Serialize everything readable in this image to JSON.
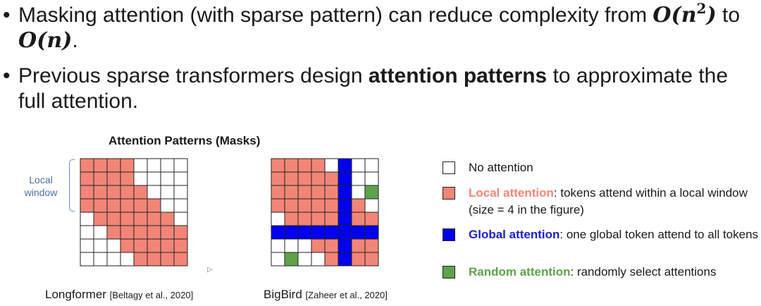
{
  "bullets": [
    {
      "dot": "•",
      "text_before": "Masking attention (with sparse pattern) can reduce complexity from ",
      "math_from_base": "O(n",
      "math_from_sup": "2",
      "math_from_close": ")",
      "text_middle": " to ",
      "math_to": "O(n)",
      "text_after": "."
    },
    {
      "dot": "•",
      "text_before": "Previous sparse transformers design ",
      "bold": "attention patterns",
      "text_after": " to approximate the full attention."
    }
  ],
  "figure": {
    "title": "Attention Patterns (Masks)",
    "local_window_label_line1": "Local",
    "local_window_label_line2": "window",
    "longformer": {
      "name": "Longformer",
      "citation": "[Beltagy et al., 2020]",
      "size": 8,
      "window": 4,
      "cells": [
        [
          "local",
          "local",
          "local",
          "local",
          "none",
          "none",
          "none",
          "none"
        ],
        [
          "local",
          "local",
          "local",
          "local",
          "none",
          "none",
          "none",
          "none"
        ],
        [
          "local",
          "local",
          "local",
          "local",
          "local",
          "none",
          "none",
          "none"
        ],
        [
          "local",
          "local",
          "local",
          "local",
          "local",
          "local",
          "none",
          "none"
        ],
        [
          "none",
          "local",
          "local",
          "local",
          "local",
          "local",
          "local",
          "none"
        ],
        [
          "none",
          "none",
          "local",
          "local",
          "local",
          "local",
          "local",
          "local"
        ],
        [
          "none",
          "none",
          "none",
          "local",
          "local",
          "local",
          "local",
          "local"
        ],
        [
          "none",
          "none",
          "none",
          "none",
          "local",
          "local",
          "local",
          "local"
        ]
      ]
    },
    "bigbird": {
      "name": "BigBird",
      "citation": "[Zaheer et al., 2020]",
      "size": 8,
      "cells": [
        [
          "local",
          "local",
          "local",
          "local",
          "none",
          "global",
          "none",
          "none"
        ],
        [
          "local",
          "local",
          "local",
          "local",
          "local",
          "global",
          "none",
          "none"
        ],
        [
          "local",
          "local",
          "local",
          "local",
          "local",
          "global",
          "none",
          "random"
        ],
        [
          "local",
          "local",
          "local",
          "local",
          "local",
          "global",
          "local",
          "none"
        ],
        [
          "none",
          "local",
          "local",
          "local",
          "local",
          "global",
          "local",
          "local"
        ],
        [
          "global",
          "global",
          "global",
          "global",
          "global",
          "global",
          "global",
          "global"
        ],
        [
          "none",
          "none",
          "none",
          "local",
          "local",
          "global",
          "local",
          "local"
        ],
        [
          "none",
          "random",
          "none",
          "none",
          "local",
          "global",
          "local",
          "local"
        ]
      ]
    }
  },
  "legend": {
    "none": {
      "term": "",
      "desc": "No attention"
    },
    "local": {
      "term": "Local attention",
      "desc": ": tokens attend within a local window (size = 4 in the figure)"
    },
    "global": {
      "term": "Global attention",
      "desc": ": one global token attend to all tokens"
    },
    "random": {
      "term": "Random attention",
      "desc": ": randomly select attentions"
    }
  },
  "colors": {
    "none": "#ffffff",
    "local": "#f28577",
    "global": "#0000ee",
    "random": "#5ea24a",
    "local_text": "#f28577",
    "global_text": "#1c1cd6",
    "random_text": "#5ea24a",
    "grid_line": "#222222"
  }
}
